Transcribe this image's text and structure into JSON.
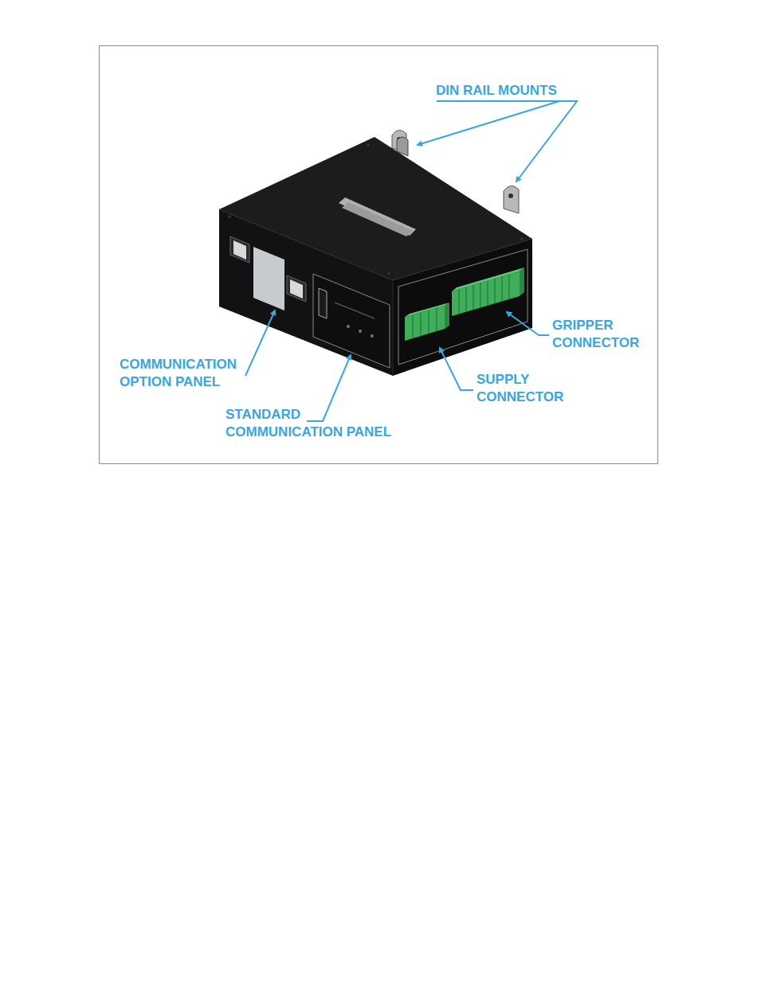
{
  "diagram": {
    "labels": [
      "DIN RAIL MOUNTS",
      "COMMUNICATION OPTION PANEL",
      "STANDARD COMMUNICATION PANEL",
      "SUPPLY CONNECTOR",
      "GRIPPER CONNECTOR"
    ]
  }
}
